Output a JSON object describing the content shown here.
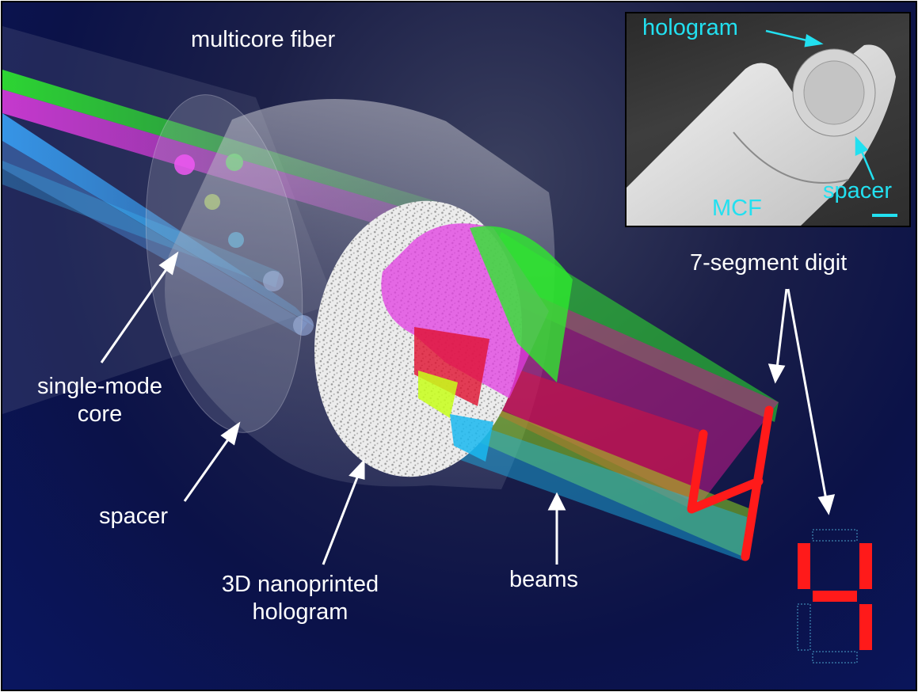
{
  "labels": {
    "multicore_fiber": "multicore fiber",
    "single_mode_core_line1": "single-mode",
    "single_mode_core_line2": "core",
    "spacer": "spacer",
    "hologram_line1": "3D nanoprinted",
    "hologram_line2": "hologram",
    "beams": "beams",
    "digit": "7-segment digit"
  },
  "inset": {
    "hologram": "hologram",
    "spacer": "spacer",
    "mcf": "MCF"
  },
  "colors": {
    "background": "#0b1248",
    "annotation_text": "#ffffff",
    "inset_text": "#22e0f0",
    "segment_on": "#ff1a1a",
    "segment_off": "#4aa0c8",
    "beam_green": "#2ee82e",
    "beam_magenta": "#e23ce2",
    "beam_red": "#e01030",
    "beam_cyan": "#1ab8f0",
    "beam_yellow": "#c8ff1a"
  },
  "digit": {
    "displayed": "4",
    "segments_on": [
      "f",
      "b",
      "g",
      "c"
    ],
    "segments_off": [
      "a",
      "e",
      "d"
    ]
  }
}
